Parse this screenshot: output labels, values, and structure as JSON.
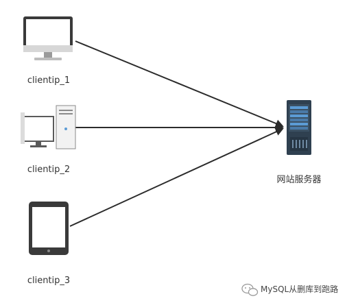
{
  "nodes": {
    "client1": {
      "label": "clientip_1",
      "icon": "desktop-monitor-icon"
    },
    "client2": {
      "label": "clientip_2",
      "icon": "desktop-tower-computer-icon"
    },
    "client3": {
      "label": "clientip_3",
      "icon": "tablet-icon"
    },
    "server": {
      "label": "网站服务器",
      "icon": "server-rack-icon"
    }
  },
  "edges": [
    {
      "from": "clientip_1",
      "to": "网站服务器"
    },
    {
      "from": "clientip_2",
      "to": "网站服务器"
    },
    {
      "from": "clientip_3",
      "to": "网站服务器"
    }
  ],
  "watermark": {
    "text": "MySQL从删库到跑路",
    "icon": "wechat-icon"
  },
  "colors": {
    "line": "#2b2b2b",
    "device_dark": "#3a3a3a",
    "server_body": "#2f4050",
    "server_accent": "#5b9bd5"
  }
}
